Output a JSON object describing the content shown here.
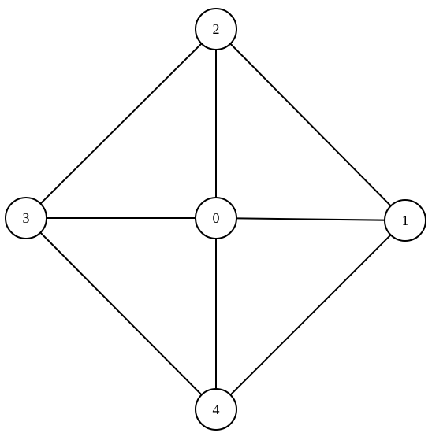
{
  "graph": {
    "nodes": [
      {
        "id": "0",
        "label": "0"
      },
      {
        "id": "1",
        "label": "1"
      },
      {
        "id": "2",
        "label": "2"
      },
      {
        "id": "3",
        "label": "3"
      },
      {
        "id": "4",
        "label": "4"
      }
    ],
    "edges": [
      {
        "from": "2",
        "to": "3"
      },
      {
        "from": "2",
        "to": "0"
      },
      {
        "from": "2",
        "to": "1"
      },
      {
        "from": "3",
        "to": "0"
      },
      {
        "from": "0",
        "to": "1"
      },
      {
        "from": "3",
        "to": "4"
      },
      {
        "from": "0",
        "to": "4"
      },
      {
        "from": "1",
        "to": "4"
      }
    ],
    "colors": {
      "stroke": "#000000",
      "node_fill": "#ffffff",
      "background": "#ffffff"
    }
  }
}
